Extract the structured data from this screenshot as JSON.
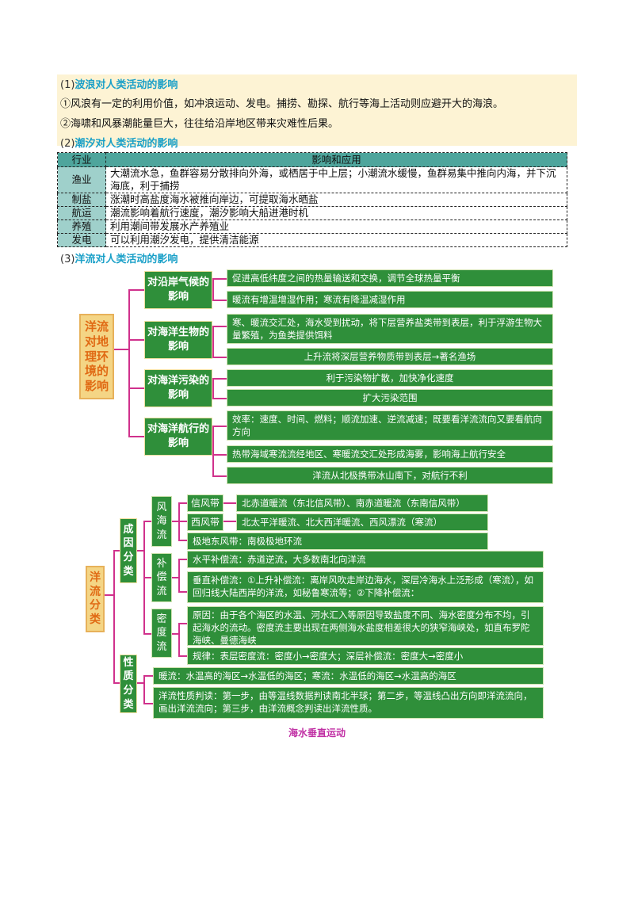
{
  "section1": {
    "num": "(1)",
    "title": "波浪对人类活动的影响",
    "lines": [
      "①风浪有一定的利用价值，如冲浪运动、发电。捕捞、勘探、航行等海上活动则应避开大的海浪。",
      "②海啸和风暴潮能量巨大，往往给沿岸地区带来灾难性后果。"
    ]
  },
  "section2": {
    "num": "(2)",
    "title": "潮汐对人类活动的影响",
    "table": {
      "headers": [
        "行业",
        "影响和应用"
      ],
      "rows": [
        {
          "industry": "渔业",
          "text": "大潮流水急，鱼群容易分散排向外海，或栖居于中上层；小潮流水缓慢，鱼群易集中推向内海，并下沉海底，利于捕捞"
        },
        {
          "industry": "制盐",
          "text": "涨潮时高盐度海水被推向岸边，可提取海水晒盐"
        },
        {
          "industry": "航运",
          "text": "潮流影响着航行速度，潮汐影响大船进港时机"
        },
        {
          "industry": "养殖",
          "text": "利用潮间带发展水产养殖业"
        },
        {
          "industry": "发电",
          "text": "可以利用潮汐发电，提供清洁能源"
        }
      ]
    }
  },
  "section3": {
    "num": "(3)",
    "title": "洋流对人类活动的影响"
  },
  "map1": {
    "center": "洋流对地理环境的影响",
    "branches": [
      {
        "label": "对沿岸气候的影响",
        "leaves": [
          "促进高低纬度之间的热量输送和交换，调节全球热量平衡",
          "暖流有增温增湿作用；寒流有降温减湿作用"
        ]
      },
      {
        "label": "对海洋生物的影响",
        "leaves": [
          "寒、暖流交汇处，海水受到扰动，将下层营养盐类带到表层，利于浮游生物大量繁殖，为鱼类提供饵料",
          "上升流将深层营养物质带到表层→著名渔场"
        ]
      },
      {
        "label": "对海洋污染的影响",
        "leaves": [
          "利于污染物扩散，加快净化速度",
          "扩大污染范围"
        ]
      },
      {
        "label": "对海洋航行的影响",
        "leaves": [
          "效率：速度、时间、燃料；顺流加速、逆流减速；既要看洋流流向又要看航向方向",
          "热带海域寒流流经地区、寒暖流交汇处形成海雾，影响海上航行安全",
          "洋流从北极携带冰山南下，对航行不利"
        ]
      }
    ]
  },
  "map2": {
    "center": "洋流分类",
    "groups": [
      {
        "label": "成因分类"
      },
      {
        "label": "性质分类"
      }
    ],
    "subs": [
      {
        "label": "风海流"
      },
      {
        "label": "补偿流"
      },
      {
        "label": "密度流"
      }
    ],
    "wind_tags": [
      "信风带",
      "西风带"
    ],
    "leaves": {
      "trade": "北赤道暖流（东北信风带）、南赤道暖流（东南信风带）",
      "westerly": "北太平洋暖流、北大西洋暖流、西风漂流（寒流）",
      "polar": "极地东风带：南极极地环流",
      "horizontal": "水平补偿流：赤道逆流，大多数南北向洋流",
      "vertical": "垂直补偿流：①上升补偿流：离岸风吹走岸边海水，深层冷海水上泛形成（寒流），如回归线大陆西岸的洋流，如秘鲁寒流等；②下降补偿流：",
      "density_cause": "原因：由于各个海区的水温、河水汇入等原因导致盐度不同、海水密度分布不均，引起海水的流动。密度流主要出现在两侧海水盐度相差很大的狭窄海峡处，如直布罗陀海峡、曼德海峡",
      "density_rule": "规律：表层密度流：密度小→密度大；深层补偿流：密度大→密度小",
      "nature_def": "暖流：水温高的海区→水温低的海区；寒流：水温低的海区→水温高的海区",
      "nature_judge": "洋流性质判读：第一步，由等温线数据判读南北半球；第二步，等温线凸出方向即洋流流向，画出洋流流向；第三步，由洋流概念判读出洋流性质。"
    }
  },
  "caption": "海水垂直运动",
  "colors": {
    "band": "#fdf3d4",
    "heading_blue": "#1aa0c8",
    "node_green": "#2f8f3a",
    "center_fill": "#f4d585",
    "center_text": "#e06a14",
    "connector": "#d0318c",
    "caption": "#c02fa4"
  }
}
